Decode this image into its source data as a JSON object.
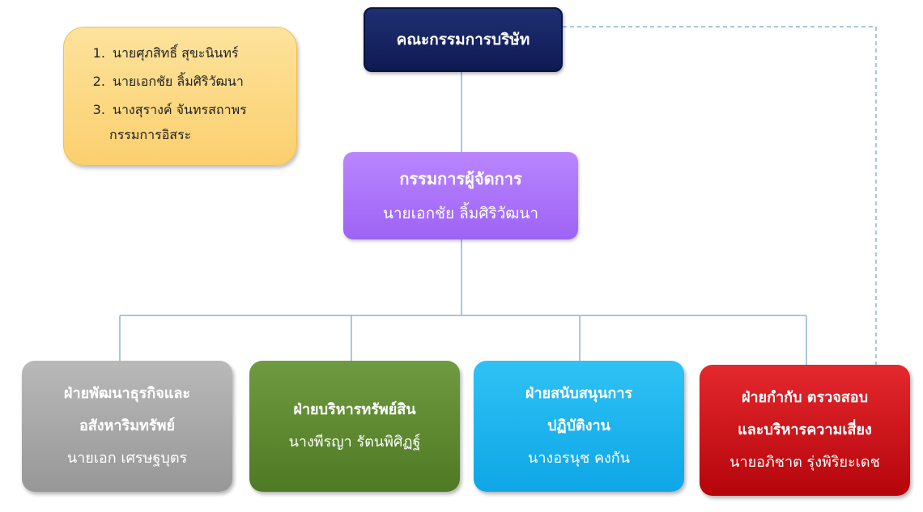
{
  "board": {
    "title": "คณะกรรมการบริษัท"
  },
  "independent_directors": {
    "members": [
      "นายศุภสิทธิ์ สุขะนินทร์",
      "นายเอกชัย ลิ้มศิริวัฒนา",
      "นางสุรางค์ จันทรสถาพร"
    ],
    "note": "กรรมการอิสระ"
  },
  "managing_director": {
    "title": "กรรมการผู้จัดการ",
    "name": "นายเอกชัย ลิ้มศิริวัฒนา"
  },
  "departments": [
    {
      "title_line1": "ฝ่ายพัฒนาธุรกิจและ",
      "title_line2": "อสังหาริมทรัพย์",
      "name": "นายเอก เศรษฐบุตร",
      "color": "#a8a8a8"
    },
    {
      "title_line1": "ฝ่ายบริหารทรัพย์สิน",
      "name": "นางพีรญา รัตนพิศิฏฐ์",
      "color": "#5e8a31"
    },
    {
      "title_line1": "ฝ่ายสนับสนุนการ",
      "title_line2": "ปฏิบัติงาน",
      "name": "นางอรนุช คงกัน",
      "color": "#1eb4ee"
    },
    {
      "title_line1": "ฝ่ายกำกับ ตรวจสอบ",
      "title_line2": "และบริหารความเสี่ยง",
      "name": "นายอภิชาต รุ่งพิริยะเดช",
      "color": "#cc1218"
    }
  ],
  "colors": {
    "connector": "#8eb4cf"
  }
}
